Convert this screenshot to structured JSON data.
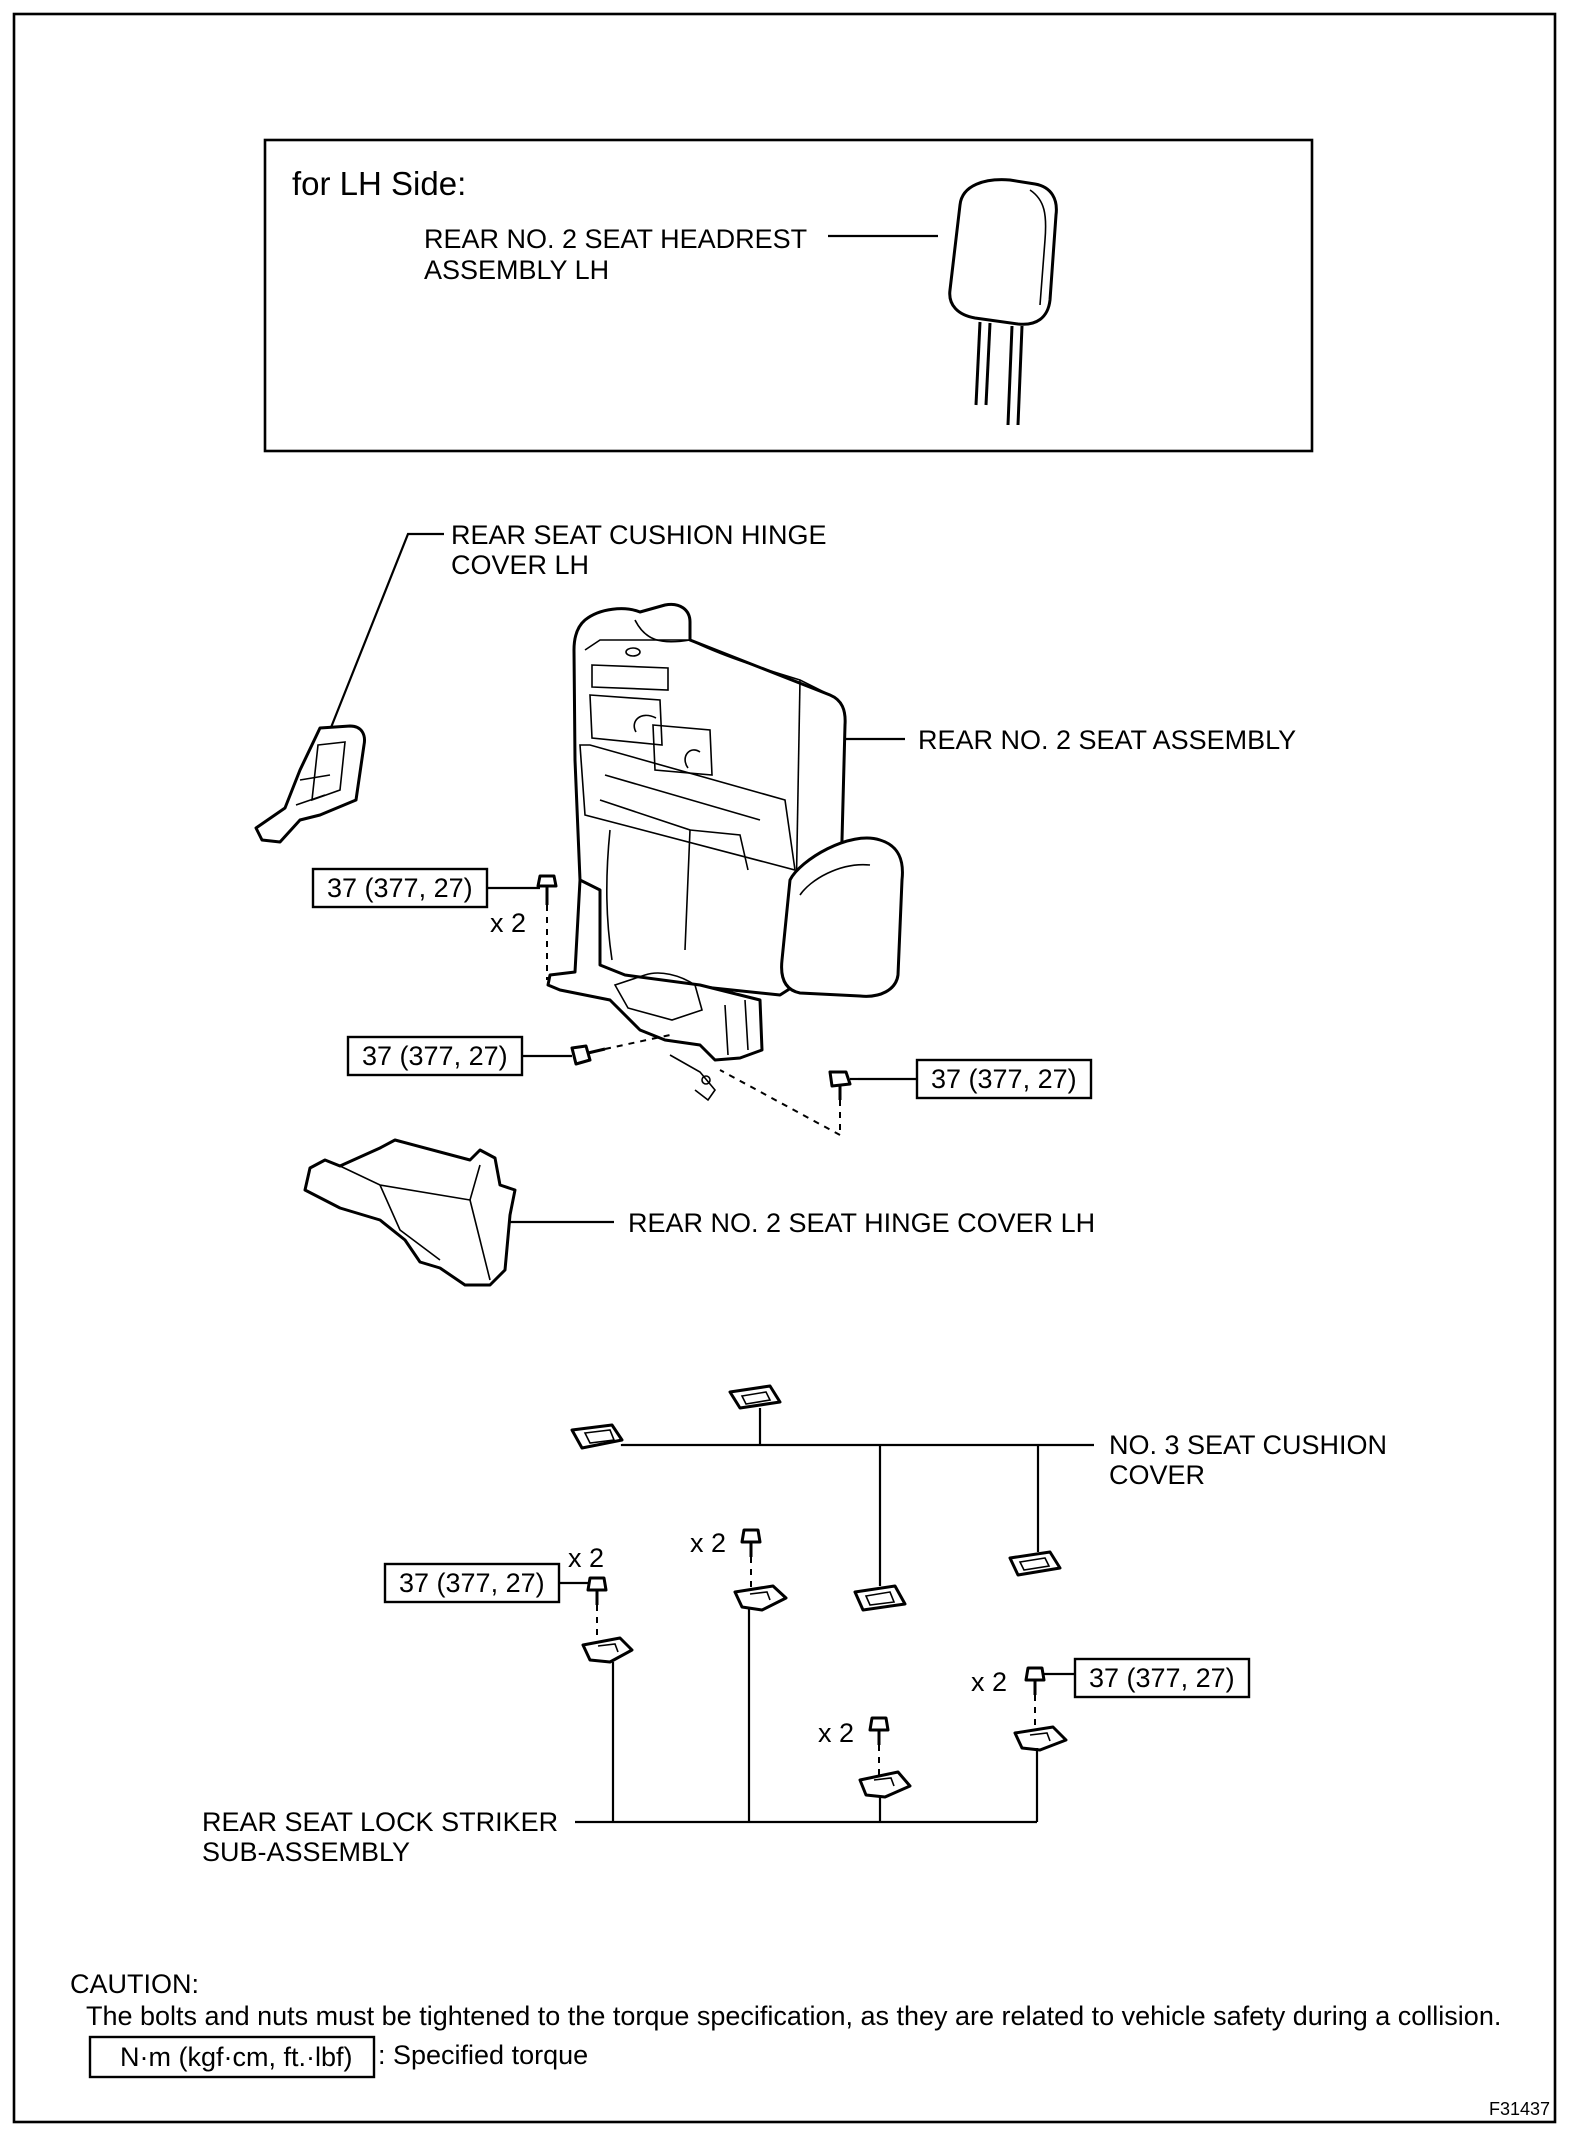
{
  "header": {
    "title": "for LH Side:"
  },
  "labels": {
    "headrest": [
      "REAR NO. 2 SEAT HEADREST",
      "ASSEMBLY LH"
    ],
    "cushion_hinge_cover": [
      "REAR SEAT CUSHION HINGE",
      "COVER LH"
    ],
    "seat_assembly": "REAR NO. 2 SEAT ASSEMBLY",
    "hinge_cover": "REAR NO. 2 SEAT HINGE COVER LH",
    "cushion_cover": [
      "NO. 3 SEAT CUSHION",
      "COVER"
    ],
    "lock_striker": [
      "REAR SEAT LOCK STRIKER",
      "SUB-ASSEMBLY"
    ]
  },
  "torque": {
    "value": "37 (377, 27)",
    "quantity": "x 2"
  },
  "caution": {
    "heading": "CAUTION:",
    "text": "The bolts and nuts must be tightened to the torque specification, as they are related to vehicle safety during a collision.",
    "legend_box": "N·m (kgf·cm, ft.·lbf)",
    "legend_text": ": Specified torque"
  },
  "figure_id": "F31437"
}
